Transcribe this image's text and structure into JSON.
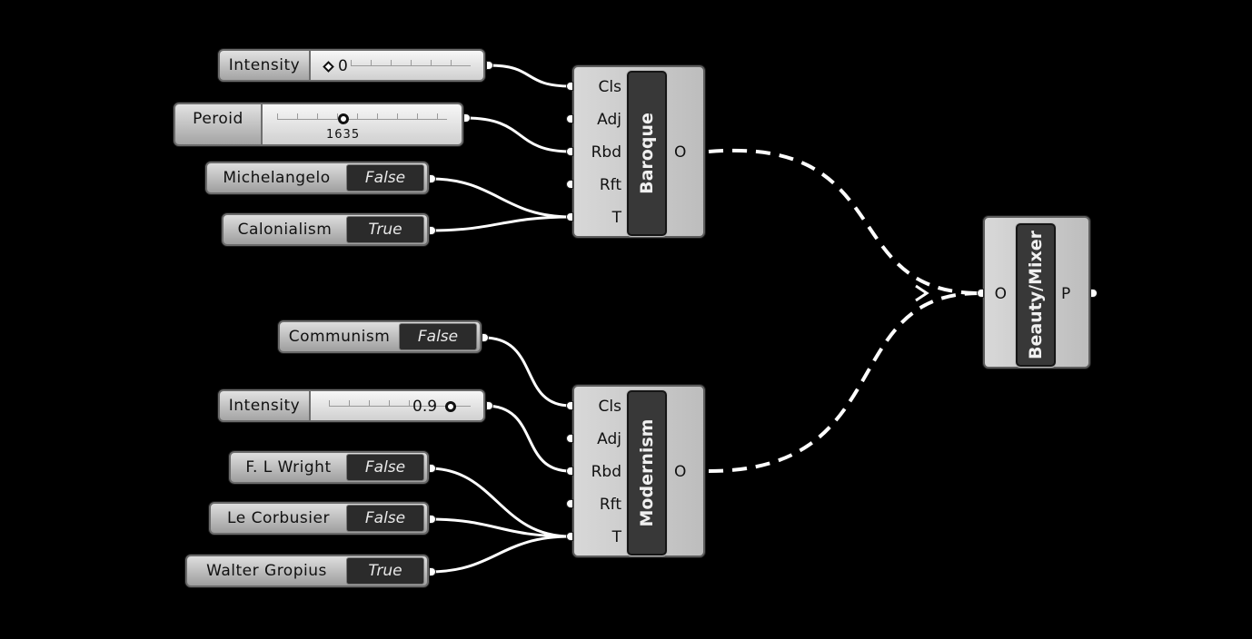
{
  "baroque_group": {
    "intensity_slider": {
      "label": "Intensity",
      "value": "0"
    },
    "peroid_slider": {
      "label": "Peroid",
      "value": "1635"
    },
    "michelangelo_toggle": {
      "label": "Michelangelo",
      "value": "False"
    },
    "calonialism_toggle": {
      "label": "Calonialism",
      "value": "True"
    },
    "component": {
      "name": "Baroque",
      "inputs": [
        "Cls",
        "Adj",
        "Rbd",
        "Rft",
        "T"
      ],
      "output": "O"
    }
  },
  "modernism_group": {
    "communism_toggle": {
      "label": "Communism",
      "value": "False"
    },
    "intensity_slider": {
      "label": "Intensity",
      "value": "0.9"
    },
    "wright_toggle": {
      "label": "F. L Wright",
      "value": "False"
    },
    "corbusier_toggle": {
      "label": "Le Corbusier",
      "value": "False"
    },
    "gropius_toggle": {
      "label": "Walter Gropius",
      "value": "True"
    },
    "component": {
      "name": "Modernism",
      "inputs": [
        "Cls",
        "Adj",
        "Rbd",
        "Rft",
        "T"
      ],
      "output": "O"
    }
  },
  "mixer": {
    "name": "Beauty/Mixer",
    "input": "O",
    "output": "P"
  },
  "colors": {
    "canvas": "#000000",
    "wire": "#ffffff",
    "component_body": "#cfcfcf",
    "component_core": "#383838"
  }
}
